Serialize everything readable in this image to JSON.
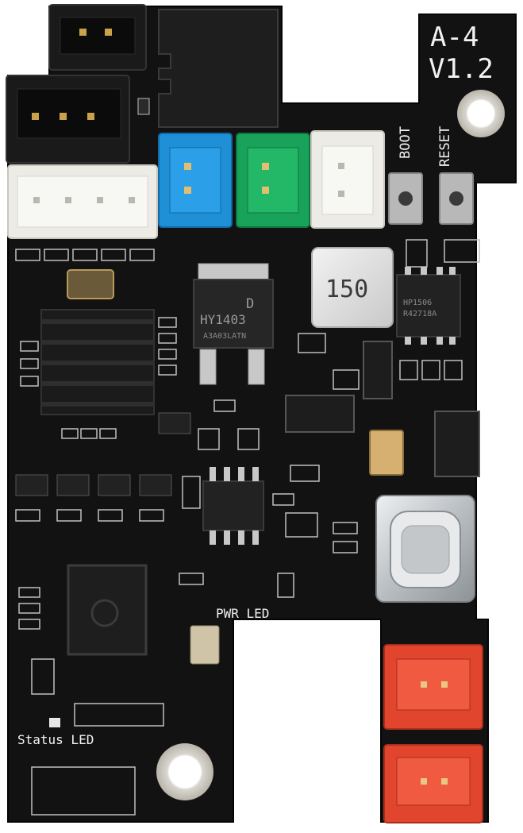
{
  "board": {
    "model_line1": "A-4",
    "model_line2": "V1.2",
    "boot_label": "BOOT",
    "reset_label": "RESET",
    "pwr_led_label": "PWR LED",
    "status_led_label": "Status LED",
    "inductor_marking": "150",
    "mosfet_marking_line1": "HY1403",
    "mosfet_marking_line2": "A3A03LATN",
    "mosfet_logo": "D",
    "driver_marking_line1": "HP1506",
    "driver_marking_line2": "R42718A"
  },
  "colors": {
    "pcb": "#121212",
    "silkscreen": "#f2f2f2",
    "connector_blue": "#1f8fd6",
    "connector_green": "#19a35a",
    "connector_white": "#ecebe6",
    "connector_red": "#e2452e",
    "connector_black": "#1a1a1a",
    "heatsink": "#1b1b1b",
    "usb_metal": "#cfd2d4"
  }
}
